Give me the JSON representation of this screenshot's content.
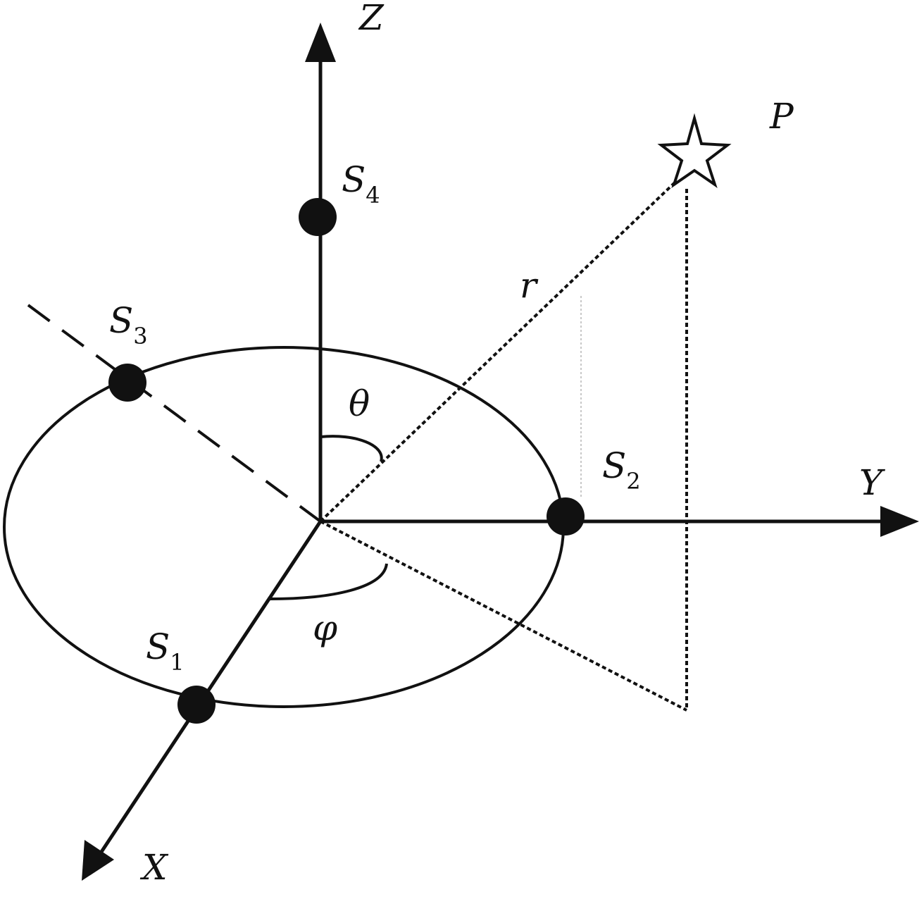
{
  "axes": {
    "z": "Z",
    "y": "Y",
    "x": "X"
  },
  "sensors": [
    {
      "id": "s1",
      "letter": "S",
      "index": "1"
    },
    {
      "id": "s2",
      "letter": "S",
      "index": "2"
    },
    {
      "id": "s3",
      "letter": "S",
      "index": "3"
    },
    {
      "id": "s4",
      "letter": "S",
      "index": "4"
    }
  ],
  "point": "P",
  "radius": "r",
  "angles": {
    "polar": "θ",
    "azimuth": "φ"
  },
  "icons": {
    "source_marker": "star-icon"
  }
}
